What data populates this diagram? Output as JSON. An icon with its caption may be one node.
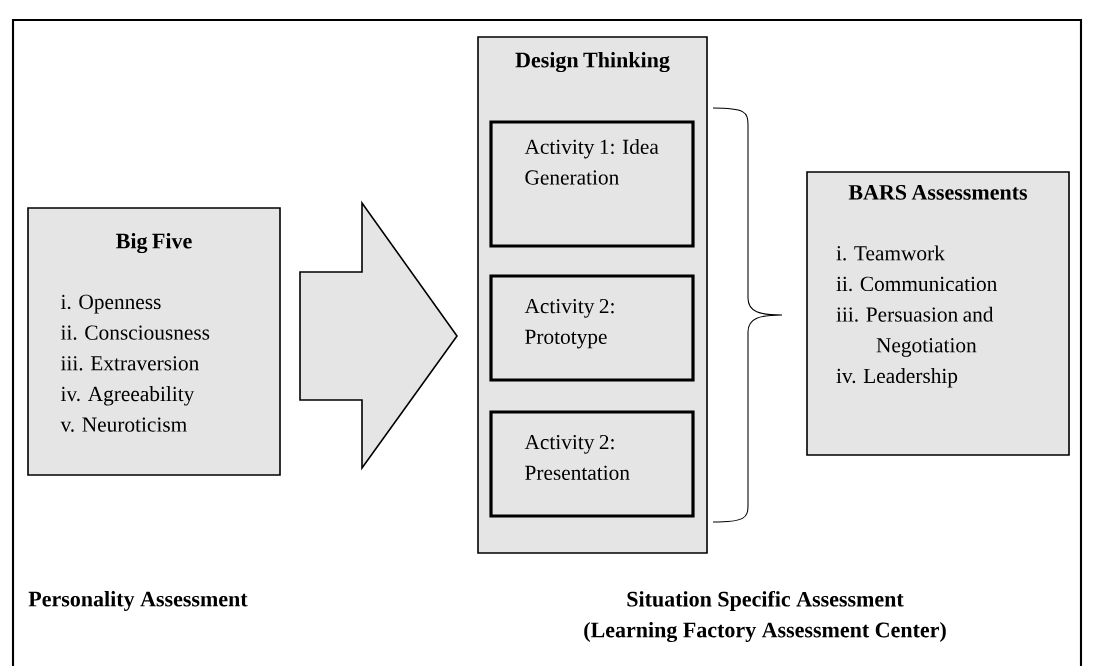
{
  "diagram": {
    "nodes": [
      {
        "text": [
          "Big Five",
          "i. Openness",
          "ii. Consciousness",
          "iii. Extraversion",
          "iv. Agreeability",
          "v. Neuroticism"
        ]
      },
      {
        "text": [
          "Design Thinking"
        ]
      },
      {
        "text": [
          "Activity 1: Idea Generation"
        ],
        "in": 1
      },
      {
        "text": [
          "Activity 2: Prototype"
        ],
        "in": 1
      },
      {
        "text": [
          "Activity 2: Presentation"
        ],
        "in": 1
      },
      {
        "text": [
          "BARS Assessments",
          "i. Teamwork",
          "ii. Communication",
          "iii. Persuasion and Negotiation",
          "iv. Leadership"
        ]
      }
    ],
    "edges": [
      {
        "from": 0,
        "to": 1,
        "arrow": "to"
      }
    ],
    "labels": [
      "Personality Assessment",
      "Situation Specific Assessment",
      "(Learning Factory Assessment Center)"
    ]
  }
}
